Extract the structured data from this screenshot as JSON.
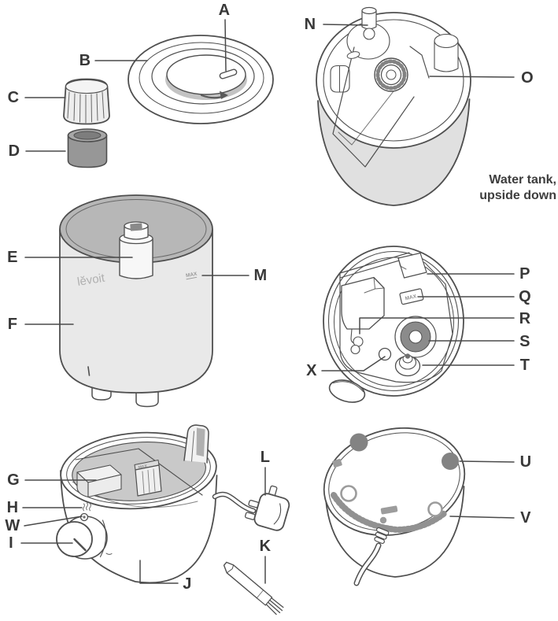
{
  "labels": {
    "A": "A",
    "B": "B",
    "C": "C",
    "D": "D",
    "E": "E",
    "F": "F",
    "G": "G",
    "H": "H",
    "I": "I",
    "J": "J",
    "K": "K",
    "L": "L",
    "M": "M",
    "N": "N",
    "O": "O",
    "P": "P",
    "Q": "Q",
    "R": "R",
    "S": "S",
    "T": "T",
    "U": "U",
    "V": "V",
    "W": "W",
    "X": "X"
  },
  "note": {
    "line1": "Water tank,",
    "line2": "upside down"
  },
  "branding": {
    "logo": "lĕvoit",
    "max_marking": "MAX"
  },
  "colors": {
    "outline": "#4f4f4f",
    "label_text": "#383838",
    "tank_interior_gray": "#b7b7b7",
    "basin_gray": "#c9c9c9",
    "body_gray": "#e9e9e9",
    "dark_part_gray": "#8b8b8b",
    "background": "#ffffff"
  }
}
